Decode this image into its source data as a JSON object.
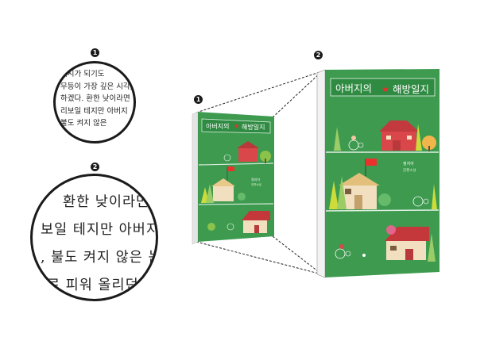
{
  "markers": {
    "one": "1",
    "two": "2"
  },
  "magnifier_small": {
    "lines": [
      "게시가 되기도 ",
      "무등이 가장 깊은 시각,",
      "하겠다. 환한 낮이라면 ",
      "리보일 테지만 아버지 ",
      "불도 켜지 않은"
    ]
  },
  "magnifier_large": {
    "lines": [
      "환한 낮이라면",
      "보일 테지만 아버지 는",
      ", 불도 켜지 않은 눈",
      "로 피워 올리던"
    ]
  },
  "book": {
    "title_prefix": "아버지의",
    "title_suffix": "해방일지",
    "star": "★",
    "author_line1": "정지아",
    "author_line2": "장편소설",
    "colors": {
      "cover": "#3d9a4f",
      "title_box": "#2f8a42",
      "star": "#e8322b",
      "spine": "#f2f2f2",
      "shelf": "#2a6e38"
    }
  }
}
